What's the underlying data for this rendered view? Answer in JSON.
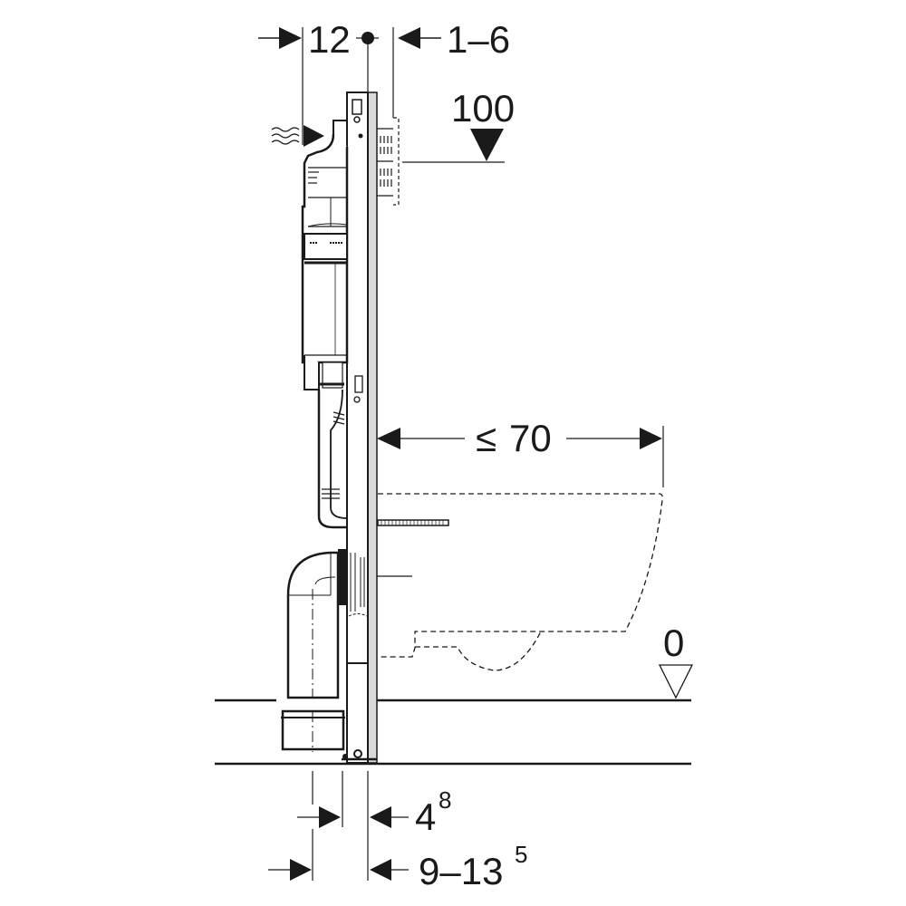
{
  "diagram": {
    "type": "technical-installation-drawing",
    "subject": "Wall-hung WC installation frame with concealed cistern, side view",
    "colors": {
      "line": "#1a1a1a",
      "frame_fill": "#d9d9d9",
      "background": "#ffffff"
    },
    "dimensions": {
      "top_left": {
        "value": "12",
        "arrow": "right-pointing, from left"
      },
      "top_right": {
        "value": "1–6",
        "arrow": "left-pointing, from right"
      },
      "flush_height": {
        "value": "100",
        "marker": "filled-down-triangle"
      },
      "bowl_projection": {
        "symbol": "≤",
        "value": "70"
      },
      "floor_level": {
        "value": "0",
        "marker": "open-down-triangle"
      },
      "bottom_upper": {
        "base": "4",
        "superscript": "8"
      },
      "bottom_lower": {
        "base": "9–13",
        "superscript": "5"
      }
    },
    "icons": {
      "water_inlet": "wavy-lines-arrow-icon",
      "center_point": "filled-dot-icon"
    }
  }
}
